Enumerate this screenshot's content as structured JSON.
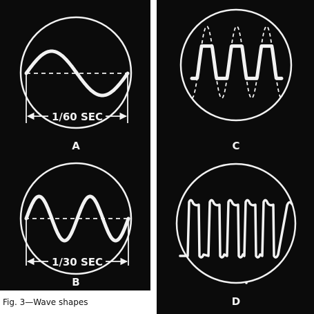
{
  "panels": {
    "A": {
      "letter": "A",
      "time_label": "1/60 SEC"
    },
    "B": {
      "letter": "B",
      "time_label": "1/30 SEC"
    },
    "C": {
      "letter": "C"
    },
    "D": {
      "letter": "D"
    }
  },
  "caption": "Fig. 3—Wave shapes",
  "colors": {
    "background": "#0b0b0b",
    "trace": "#f2f2f2",
    "page": "#ffffff"
  }
}
